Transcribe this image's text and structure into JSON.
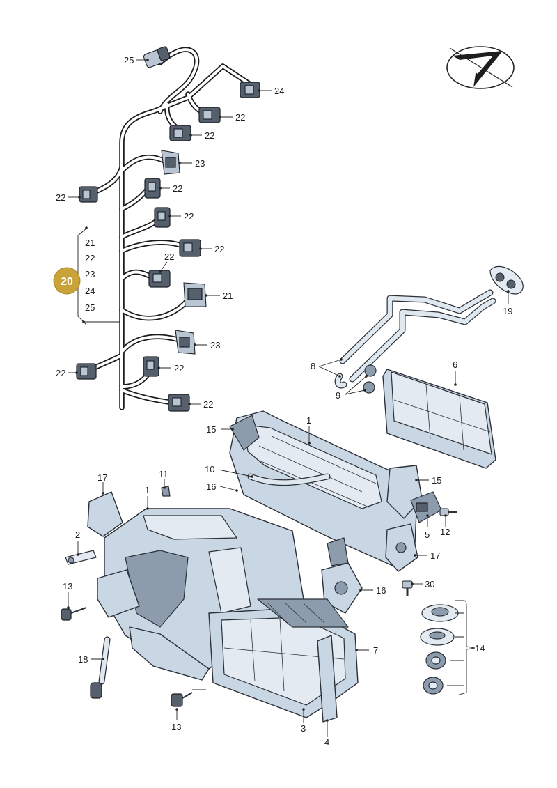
{
  "badge": "20",
  "bracket_list": [
    "21",
    "22",
    "23",
    "24",
    "25"
  ],
  "labels": {
    "p25": "25",
    "p24": "24",
    "p22a": "22",
    "p22b": "22",
    "p22c": "22",
    "p22d": "22",
    "p22e": "22",
    "p22f": "22",
    "p22g": "22",
    "p22h": "22",
    "p22i": "22",
    "p22j": "22",
    "p23a": "23",
    "p23b": "23",
    "p21": "21",
    "p19": "19",
    "p8": "8",
    "p9": "9",
    "p6": "6",
    "p1a": "1",
    "p15a": "15",
    "p15b": "15",
    "p10": "10",
    "p16a": "16",
    "p11": "11",
    "p17a": "17",
    "p1b": "1",
    "p2": "2",
    "p5": "5",
    "p12": "12",
    "p17b": "17",
    "p16b": "16",
    "p30": "30",
    "p13a": "13",
    "p14": "14",
    "p18": "18",
    "p7": "7",
    "p13b": "13",
    "p3": "3",
    "p4": "4"
  },
  "badge_color": "#c9a33a",
  "icons": [
    "brand-arrow-logo"
  ]
}
